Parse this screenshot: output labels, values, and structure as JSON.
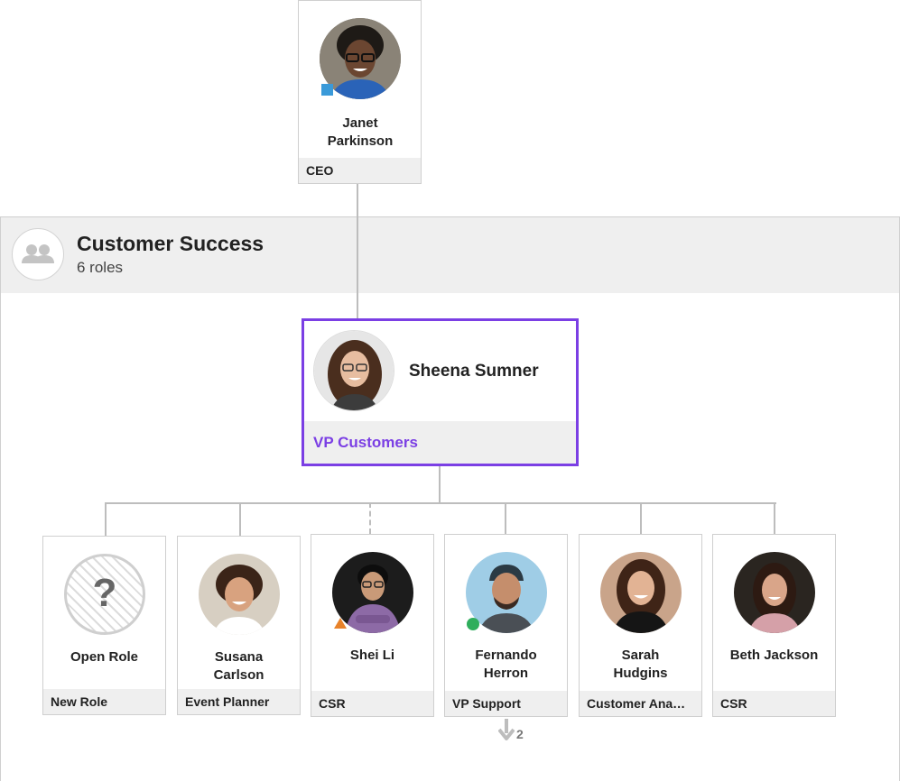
{
  "ceo": {
    "name": "Janet Parkinson",
    "role": "CEO"
  },
  "group": {
    "title": "Customer Success",
    "subtitle": "6 roles"
  },
  "vp": {
    "name": "Sheena Sumner",
    "role": "VP Customers"
  },
  "reports": [
    {
      "name": "Open Role",
      "role": "New Role"
    },
    {
      "name": "Susana Carlson",
      "role": "Event Planner"
    },
    {
      "name": "Shei Li",
      "role": "CSR"
    },
    {
      "name": "Fernando Herron",
      "role": "VP Support"
    },
    {
      "name": "Sarah Hudgins",
      "role": "Customer Ana…"
    },
    {
      "name": "Beth Jackson",
      "role": "CSR"
    }
  ],
  "fernando_reports_count": "2",
  "icons": {
    "group": "people-group-icon",
    "open_role": "question-mark-icon",
    "expand": "arrow-down-icon"
  },
  "colors": {
    "accent": "#7b3fe4",
    "status_blue": "#3a9ad9",
    "status_orange": "#e8822a",
    "status_green": "#2fae5c"
  }
}
